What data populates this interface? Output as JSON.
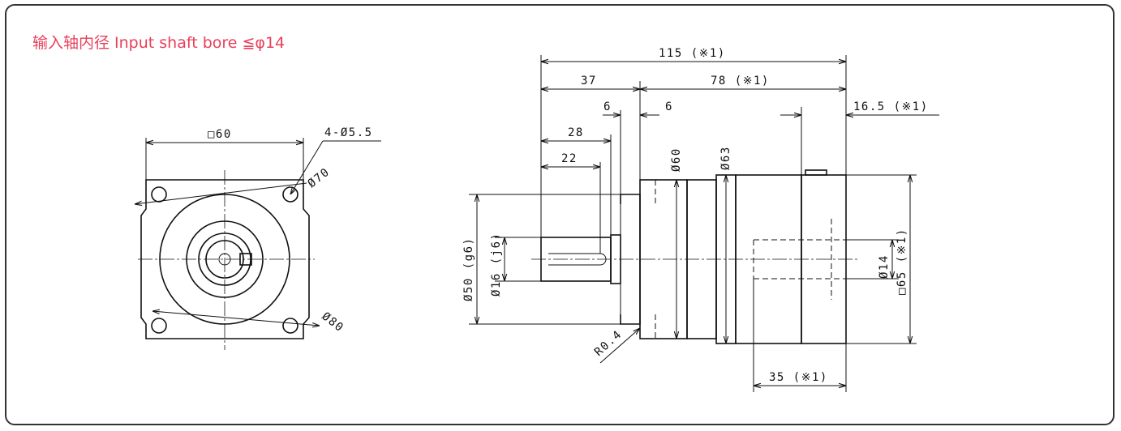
{
  "header": {
    "title": "输入轴内径 Input shaft bore ≦φ14",
    "title_color": "#e8405a"
  },
  "front_view": {
    "square": "□60",
    "holes": "4-Ø5.5",
    "pcd_inner": "Ø70",
    "pcd_outer": "Ø80"
  },
  "side_view": {
    "overall_length": "115 (※1)",
    "flange_length": "37",
    "body_length": "78 (※1)",
    "gap_left": "6",
    "gap_right": "6",
    "shaft_length": "28",
    "key_length": "22",
    "pilot_dia": "Ø60",
    "body_dia": "Ø63",
    "rear_length": "16.5 (※1)",
    "spigot_dia": "Ø50 (g6)",
    "shaft_dia": "Ø16 (j6)",
    "bore_dia": "Ø14",
    "rear_square": "□65 (※1)",
    "corner_radius": "R0.4",
    "bore_depth": "35 (※1)"
  }
}
